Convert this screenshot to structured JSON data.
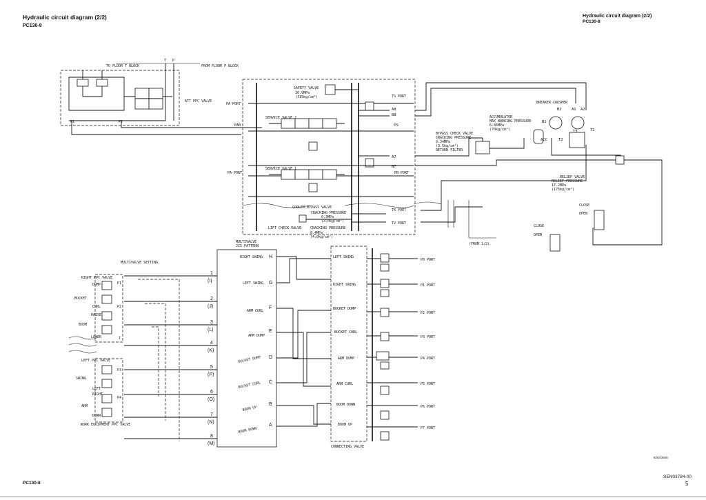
{
  "header": {
    "title_left": "Hydraulic circuit diagram (2/2)",
    "model_left": "PC130-8",
    "title_right": "Hydraulic circuit diagram (2/2)",
    "model_right": "PC130-8"
  },
  "footer": {
    "model": "PC130-8",
    "doc_number": "SEN03784-00",
    "page": "5",
    "figure_id": "9JG03946"
  },
  "att_section": {
    "to_floor_t_block": "TO FLOOR T BLOCK",
    "from_floor_p_block": "FROM FLOOR P BLOCK",
    "att_ppc_valve": "ATT PPC VALVE",
    "port_t": "T",
    "port_p": "P",
    "port_p1": "P1",
    "port_p2": "P2"
  },
  "control_valve": {
    "safety_valve": "SAFETY VALVE",
    "safety_pressure_1": "30.9MPa",
    "safety_pressure_2": "(315kg/cm²)",
    "service_valve_2": "SERVICE VALVE 2",
    "service_valve_1": "SERVICE VALVE 1",
    "pa_port_1": "PA PORT",
    "pa_port_2": "PA PORT",
    "pb_port": "PB PORT",
    "pab": "PAB",
    "ps": "PS",
    "ts_port": "TS PORT",
    "a8": "A8",
    "b8": "B8",
    "a7": "A7",
    "b7": "B7",
    "tx_port": "TX PORT",
    "tv_port": "TV PORT",
    "cooler_bypass_valve": "COOLER BYPASS VALVE",
    "cracking_pressure_1": "CRACKING PRESSURE",
    "cooler_pressure_1": "0.3MPa",
    "cooler_pressure_2": "(3.0kg/cm²)",
    "lift_check_valve": "LIFT CHECK VALVE",
    "cracking_pressure_2": "CRACKING PRESSURE",
    "lift_pressure_1": "0.4MPa",
    "lift_pressure_2": "(4.0kg/cm²)"
  },
  "attachment": {
    "breaker_crusher": "BREAKER CRUSHER",
    "accumulator": "ACCUMULATOR",
    "max_working_pressure": "MAX WORKING PRESSURE",
    "acc_pressure_1": "6.86MPa",
    "acc_pressure_2": "(70kg/cm²)",
    "bypass_check_valve": "BYPASS CHECK VALVE",
    "bypass_cracking": "CRACKING PRESSURE",
    "bypass_pressure_1": "0.34MPa",
    "bypass_pressure_2": "(3.5kg/cm²)",
    "return_filter": "RETURN FILTER",
    "relief_valve": "RELIEF VALVE",
    "relief_pressure_label": "RELIEF PRESSURE",
    "relief_pressure_1": "17.2MPa",
    "relief_pressure_2": "(175kg/cm²)",
    "acc": "ACC",
    "b1": "B1",
    "b2": "B2",
    "a1": "A1",
    "a2": "A2",
    "t1": "T1",
    "t2": "T2",
    "t3": "T3",
    "close_1": "CLOSE",
    "open_1": "OPEN",
    "close_2": "CLOSE",
    "open_2": "OPEN",
    "from_1_2": "(FROM 1/2)"
  },
  "multivalve": {
    "title_1": "MULTIVALVE",
    "title_2": "JIS PATTERN",
    "setting": "MULTIVALVE SETTING",
    "rows": [
      {
        "num": "1",
        "code": "(I)",
        "func": "RIGHT SWING",
        "letter": "H"
      },
      {
        "num": "2",
        "code": "(J)",
        "func": "LEFT SWING",
        "letter": "G"
      },
      {
        "num": "3",
        "code": "(L)",
        "func": "ARM CURL",
        "letter": "F"
      },
      {
        "num": "4",
        "code": "(K)",
        "func": "ARM DUMP",
        "letter": "E"
      },
      {
        "num": "5",
        "code": "(P)",
        "func": "BUCKET DUMP",
        "letter": "D"
      },
      {
        "num": "6",
        "code": "(O)",
        "func": "BUCKET CURL",
        "letter": "C"
      },
      {
        "num": "7",
        "code": "(N)",
        "func": "BOOM UP",
        "letter": "B"
      },
      {
        "num": "8",
        "code": "(M)",
        "func": "BOOM DOWN",
        "letter": "A"
      }
    ]
  },
  "ppc": {
    "right_ppc_valve": "RIGHT PPC VALVE",
    "left_ppc_valve": "LEFT PPC VALVE",
    "work_equipment_ppc_valve": "WORK EQUIPMENT PPC VALVE",
    "bucket": "BUCKET",
    "boom": "BOOM",
    "swing": "SWING",
    "arm": "ARM",
    "dump": "DUMP",
    "curl": "CURL",
    "raise": "RAISE",
    "lower": "LOWER",
    "left": "LEFT",
    "right": "RIGHT",
    "down": "DOWN",
    "p1": "P1",
    "p2": "P2",
    "p3": "P3",
    "p4": "P4",
    "t": "T"
  },
  "connecting_valve": {
    "title": "CONNECTING VALVE",
    "items": [
      {
        "func": "LEFT SWING",
        "port": "P0 PORT"
      },
      {
        "func": "RIGHT SWING",
        "port": "P1 PORT"
      },
      {
        "func": "BUCKET DUMP",
        "port": "P2 PORT"
      },
      {
        "func": "BUCKET CURL",
        "port": "P3 PORT"
      },
      {
        "func": "ARM DUMP",
        "port": "P4 PORT"
      },
      {
        "func": "ARM CURL",
        "port": "P5 PORT"
      },
      {
        "func": "BOOM DOWN",
        "port": "P6 PORT"
      },
      {
        "func": "BOOM UP",
        "port": "P7 PORT"
      }
    ]
  }
}
